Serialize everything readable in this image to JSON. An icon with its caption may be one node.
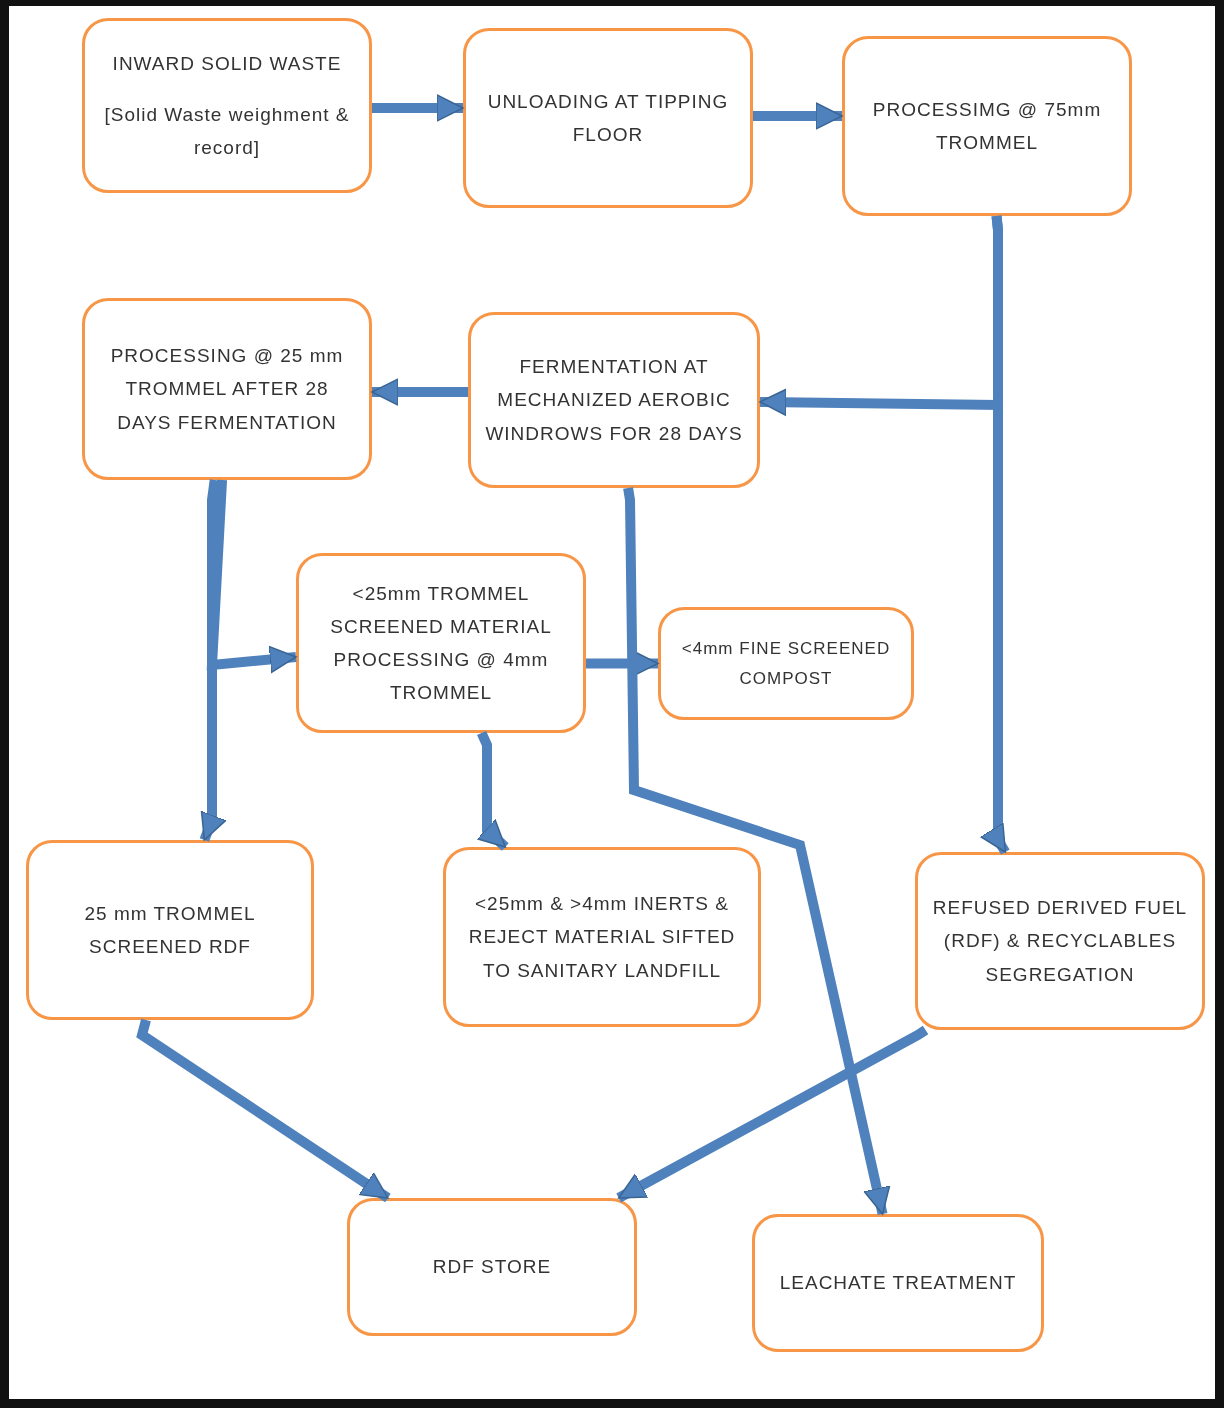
{
  "diagram": {
    "nodes": [
      {
        "text": [
          "INWARD SOLID WASTE",
          "[Solid Waste weighment & record]"
        ]
      },
      {
        "text": [
          "UNLOADING AT TIPPING FLOOR"
        ]
      },
      {
        "text": [
          "PROCESSIMG @ 75mm TROMMEL"
        ]
      },
      {
        "text": [
          "PROCESSING @ 25 mm TROMMEL AFTER 28 DAYS FERMENTATION"
        ]
      },
      {
        "text": [
          "FERMENTATION AT MECHANIZED AEROBIC WINDROWS FOR 28 DAYS"
        ]
      },
      {
        "text": [
          "<25mm TROMMEL SCREENED MATERIAL PROCESSING @ 4mm TROMMEL"
        ]
      },
      {
        "text": [
          "<4mm FINE SCREENED COMPOST"
        ]
      },
      {
        "text": [
          "25 mm TROMMEL SCREENED RDF"
        ]
      },
      {
        "text": [
          "<25mm & >4mm INERTS & REJECT MATERIAL SIFTED TO SANITARY LANDFILL"
        ]
      },
      {
        "text": [
          "REFUSED DERIVED FUEL (RDF) & RECYCLABLES SEGREGATION"
        ]
      },
      {
        "text": [
          "RDF STORE"
        ]
      },
      {
        "text": [
          "LEACHATE TREATMENT"
        ]
      }
    ],
    "edges": [
      {
        "from": 0,
        "to": 1,
        "arrow": "to"
      },
      {
        "from": 1,
        "to": 2,
        "arrow": "to"
      },
      {
        "from": 2,
        "to": 9,
        "arrow": "to"
      },
      {
        "from": 2,
        "to": 4,
        "arrow": "to"
      },
      {
        "from": 4,
        "to": 3,
        "arrow": "to"
      },
      {
        "from": 3,
        "to": 5,
        "arrow": "to"
      },
      {
        "from": 3,
        "to": 7,
        "arrow": "to"
      },
      {
        "from": 5,
        "to": 6,
        "arrow": "to"
      },
      {
        "from": 5,
        "to": 8,
        "arrow": "to"
      },
      {
        "from": 4,
        "to": 11,
        "arrow": "to"
      },
      {
        "from": 7,
        "to": 10,
        "arrow": "to"
      },
      {
        "from": 9,
        "to": 10,
        "arrow": "to"
      }
    ]
  }
}
